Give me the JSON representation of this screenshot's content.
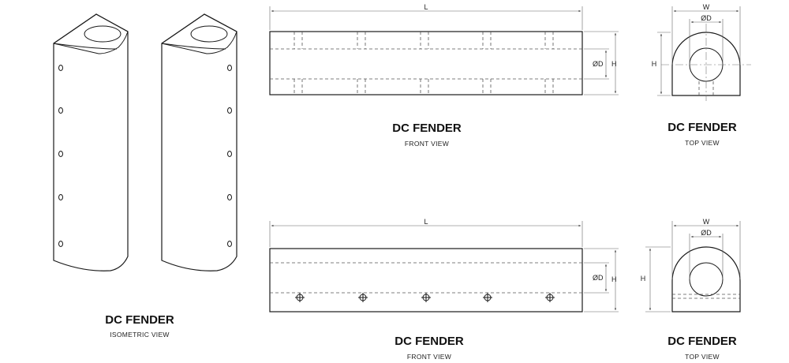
{
  "isometric": {
    "title": "DC FENDER",
    "subtitle": "ISOMETRIC VIEW"
  },
  "front_top": {
    "title": "DC FENDER",
    "subtitle": "FRONT VIEW",
    "dim_length": "L",
    "dim_bore": "ØD",
    "dim_height": "H"
  },
  "side_top": {
    "title": "DC FENDER",
    "subtitle": "TOP VIEW",
    "dim_width": "W",
    "dim_bore": "ØD",
    "dim_height": "H"
  },
  "front_bottom": {
    "title": "DC FENDER",
    "subtitle": "FRONT VIEW",
    "dim_length": "L",
    "dim_bore": "ØD",
    "dim_height": "H"
  },
  "side_bottom": {
    "title": "DC FENDER",
    "subtitle": "TOP VIEW",
    "dim_width": "W",
    "dim_bore": "ØD",
    "dim_height": "H"
  }
}
